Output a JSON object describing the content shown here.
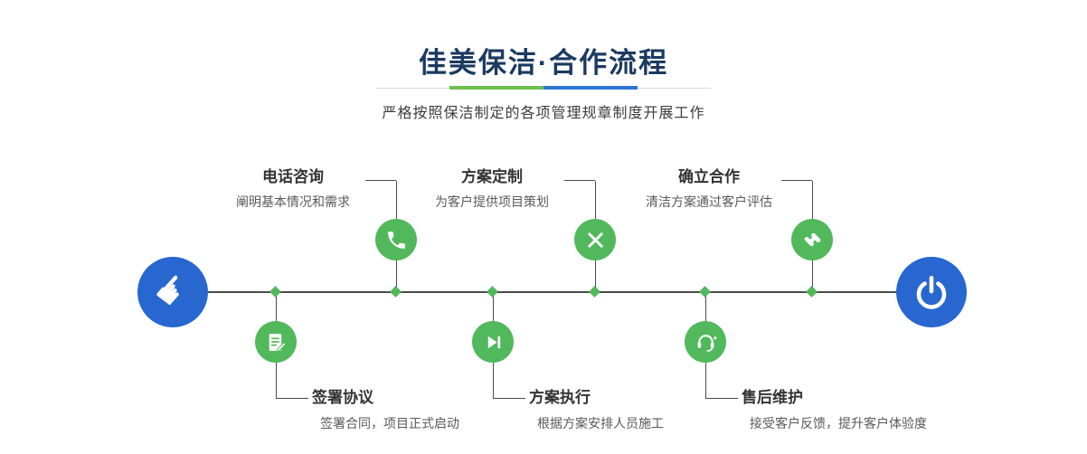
{
  "header": {
    "title": "佳美保洁·合作流程",
    "subtitle": "严格按照保洁制定的各项管理规章制度开展工作"
  },
  "colors": {
    "brand_blue": "#2767cf",
    "brand_green": "#52b85c",
    "title_navy": "#1b3a60",
    "divider_green": "#6fbf4e",
    "divider_blue": "#2e75d2",
    "line_gray": "#4a4a4a"
  },
  "timeline": {
    "start_icon": "pointing-hand-icon",
    "end_icon": "power-icon",
    "top_steps": [
      {
        "title": "电话咨询",
        "desc": "阐明基本情况和需求",
        "icon": "phone-icon"
      },
      {
        "title": "方案定制",
        "desc": "为客户提供项目策划",
        "icon": "design-tools-icon"
      },
      {
        "title": "确立合作",
        "desc": "清洁方案通过客户评估",
        "icon": "handshake-icon"
      }
    ],
    "bottom_steps": [
      {
        "title": "签署协议",
        "desc": "签署合同，项目正式启动",
        "icon": "contract-icon"
      },
      {
        "title": "方案执行",
        "desc": "根据方案安排人员施工",
        "icon": "play-icon"
      },
      {
        "title": "售后维护",
        "desc": "接受客户反馈，提升客户体验度",
        "icon": "headset-icon"
      }
    ]
  }
}
